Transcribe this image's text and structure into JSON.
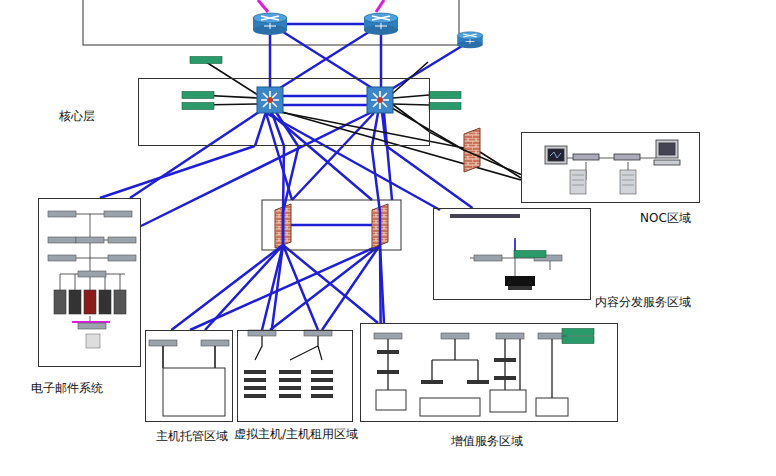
{
  "diagram": {
    "nodes": [
      {
        "text": [
          "核心层"
        ]
      },
      {
        "text": [
          "NOC区域"
        ]
      },
      {
        "text": [
          "内容分发服务区域"
        ]
      },
      {
        "text": [
          "电子邮件系统"
        ]
      },
      {
        "text": [
          "主机托管区域"
        ]
      },
      {
        "text": [
          "虚拟主机/主机租用区域"
        ]
      },
      {
        "text": [
          "增值服务区域"
        ]
      }
    ],
    "edges": [
      {
        "from": 0,
        "to": 3,
        "arrow": "none"
      },
      {
        "from": 0,
        "to": 1,
        "arrow": "none"
      },
      {
        "from": 0,
        "to": 2,
        "arrow": "none"
      },
      {
        "from": 0,
        "to": 4,
        "arrow": "none"
      },
      {
        "from": 0,
        "to": 5,
        "arrow": "none"
      },
      {
        "from": 0,
        "to": 6,
        "arrow": "none"
      }
    ]
  }
}
